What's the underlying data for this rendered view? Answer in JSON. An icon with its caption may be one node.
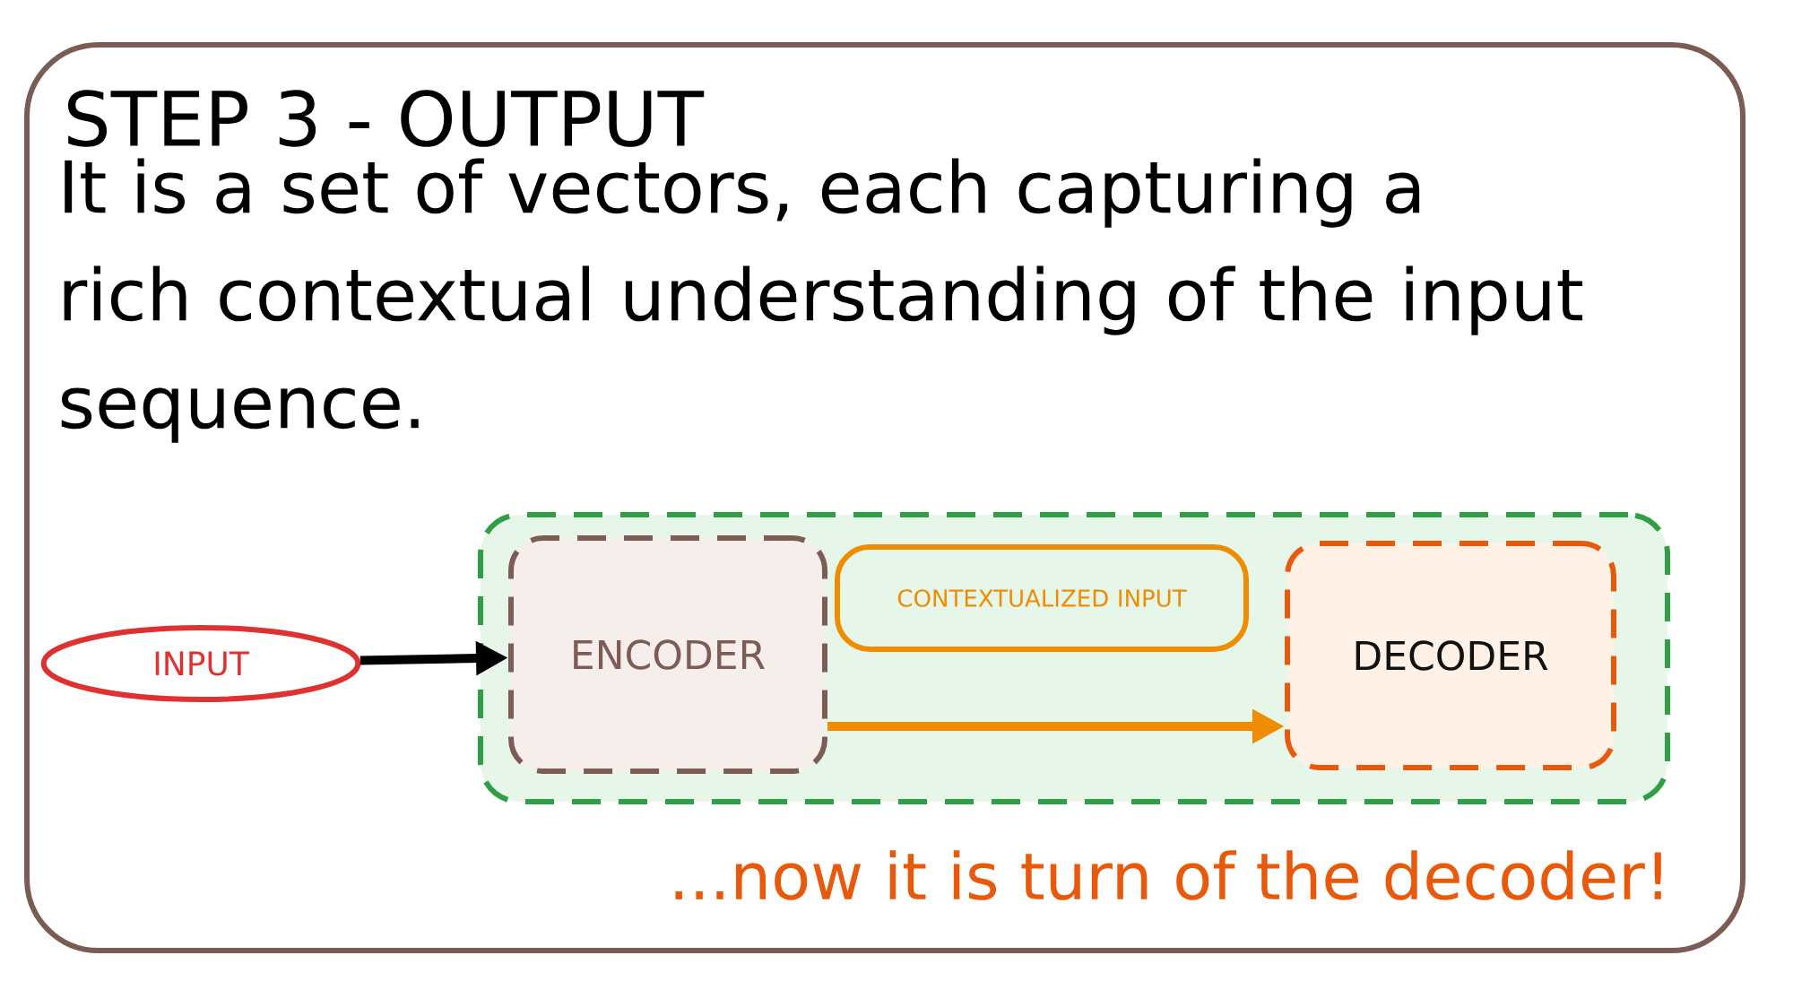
{
  "diagram": {
    "title": "STEP 3 - OUTPUT",
    "nodes": [
      {
        "text": [
          "INPUT"
        ]
      },
      {
        "text": [],
        "shape": "box"
      },
      {
        "text": [
          "ENCODER"
        ],
        "in": 1
      },
      {
        "text": [
          "CONTEXTUALIZED INPUT"
        ],
        "in": 1
      },
      {
        "text": [
          "DECODER"
        ],
        "in": 1
      }
    ],
    "edges": [
      {
        "from": 0,
        "to": 2,
        "arrow": "to"
      },
      {
        "from": 2,
        "to": 4,
        "arrow": "to",
        "color": "#f08c00"
      }
    ],
    "labels": [
      "It is a set of vectors, each capturing a rich contextual understanding of the input sequence.",
      "...now it is turn of the decoder!"
    ]
  }
}
